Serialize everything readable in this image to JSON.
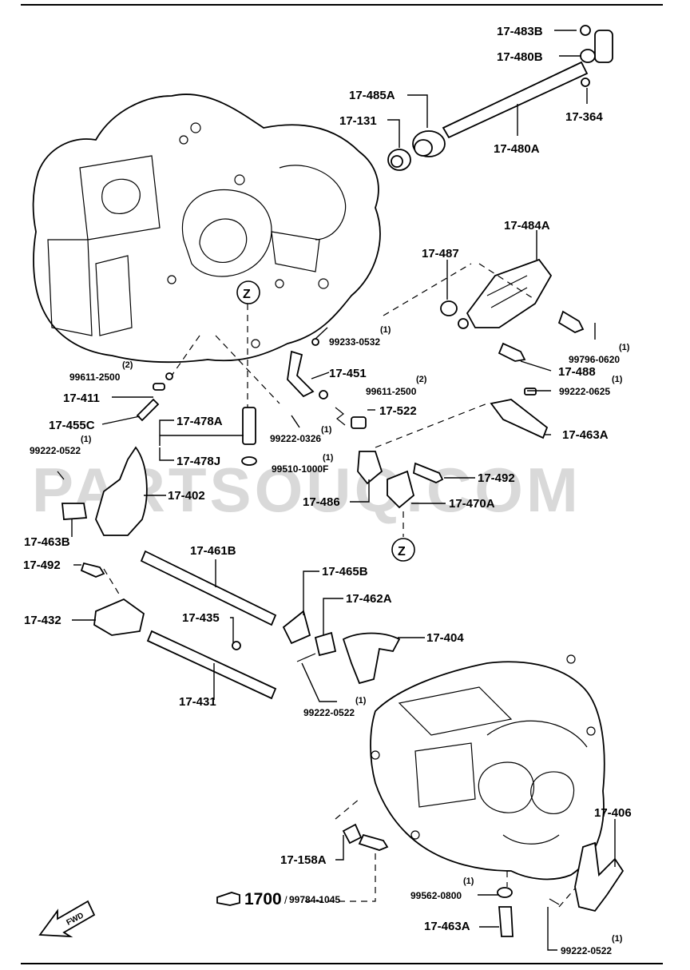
{
  "watermark": "PARTSOUQ.COM",
  "reference": {
    "page": "1700",
    "code": "99784-1045"
  },
  "fwd_label": "FWD",
  "z_marker": "Z",
  "parts": [
    {
      "id": "17-483B"
    },
    {
      "id": "17-480B"
    },
    {
      "id": "17-364"
    },
    {
      "id": "17-485A"
    },
    {
      "id": "17-131"
    },
    {
      "id": "17-480A"
    },
    {
      "id": "17-484A"
    },
    {
      "id": "17-487"
    },
    {
      "id": "99796-0620",
      "qty": "(1)"
    },
    {
      "id": "17-488"
    },
    {
      "id": "99233-0532",
      "qty": "(1)"
    },
    {
      "id": "17-451"
    },
    {
      "id": "99611-2500",
      "qty": "(2)"
    },
    {
      "id": "99611-2500",
      "qty": "(2)"
    },
    {
      "id": "17-411"
    },
    {
      "id": "99222-0625",
      "qty": "(1)"
    },
    {
      "id": "17-522"
    },
    {
      "id": "17-455C"
    },
    {
      "id": "17-478A"
    },
    {
      "id": "99222-0326",
      "qty": "(1)"
    },
    {
      "id": "17-463A"
    },
    {
      "id": "99222-0522",
      "qty": "(1)"
    },
    {
      "id": "17-478J"
    },
    {
      "id": "99510-1000F",
      "qty": "(1)"
    },
    {
      "id": "17-492"
    },
    {
      "id": "17-402"
    },
    {
      "id": "17-486"
    },
    {
      "id": "17-470A"
    },
    {
      "id": "17-463B"
    },
    {
      "id": "17-461B"
    },
    {
      "id": "17-492"
    },
    {
      "id": "17-465B"
    },
    {
      "id": "17-462A"
    },
    {
      "id": "17-435"
    },
    {
      "id": "17-432"
    },
    {
      "id": "17-404"
    },
    {
      "id": "17-431"
    },
    {
      "id": "99222-0522",
      "qty": "(1)"
    },
    {
      "id": "17-406"
    },
    {
      "id": "17-158A"
    },
    {
      "id": "99562-0800",
      "qty": "(1)"
    },
    {
      "id": "17-463A"
    },
    {
      "id": "99222-0522",
      "qty": "(1)"
    }
  ]
}
